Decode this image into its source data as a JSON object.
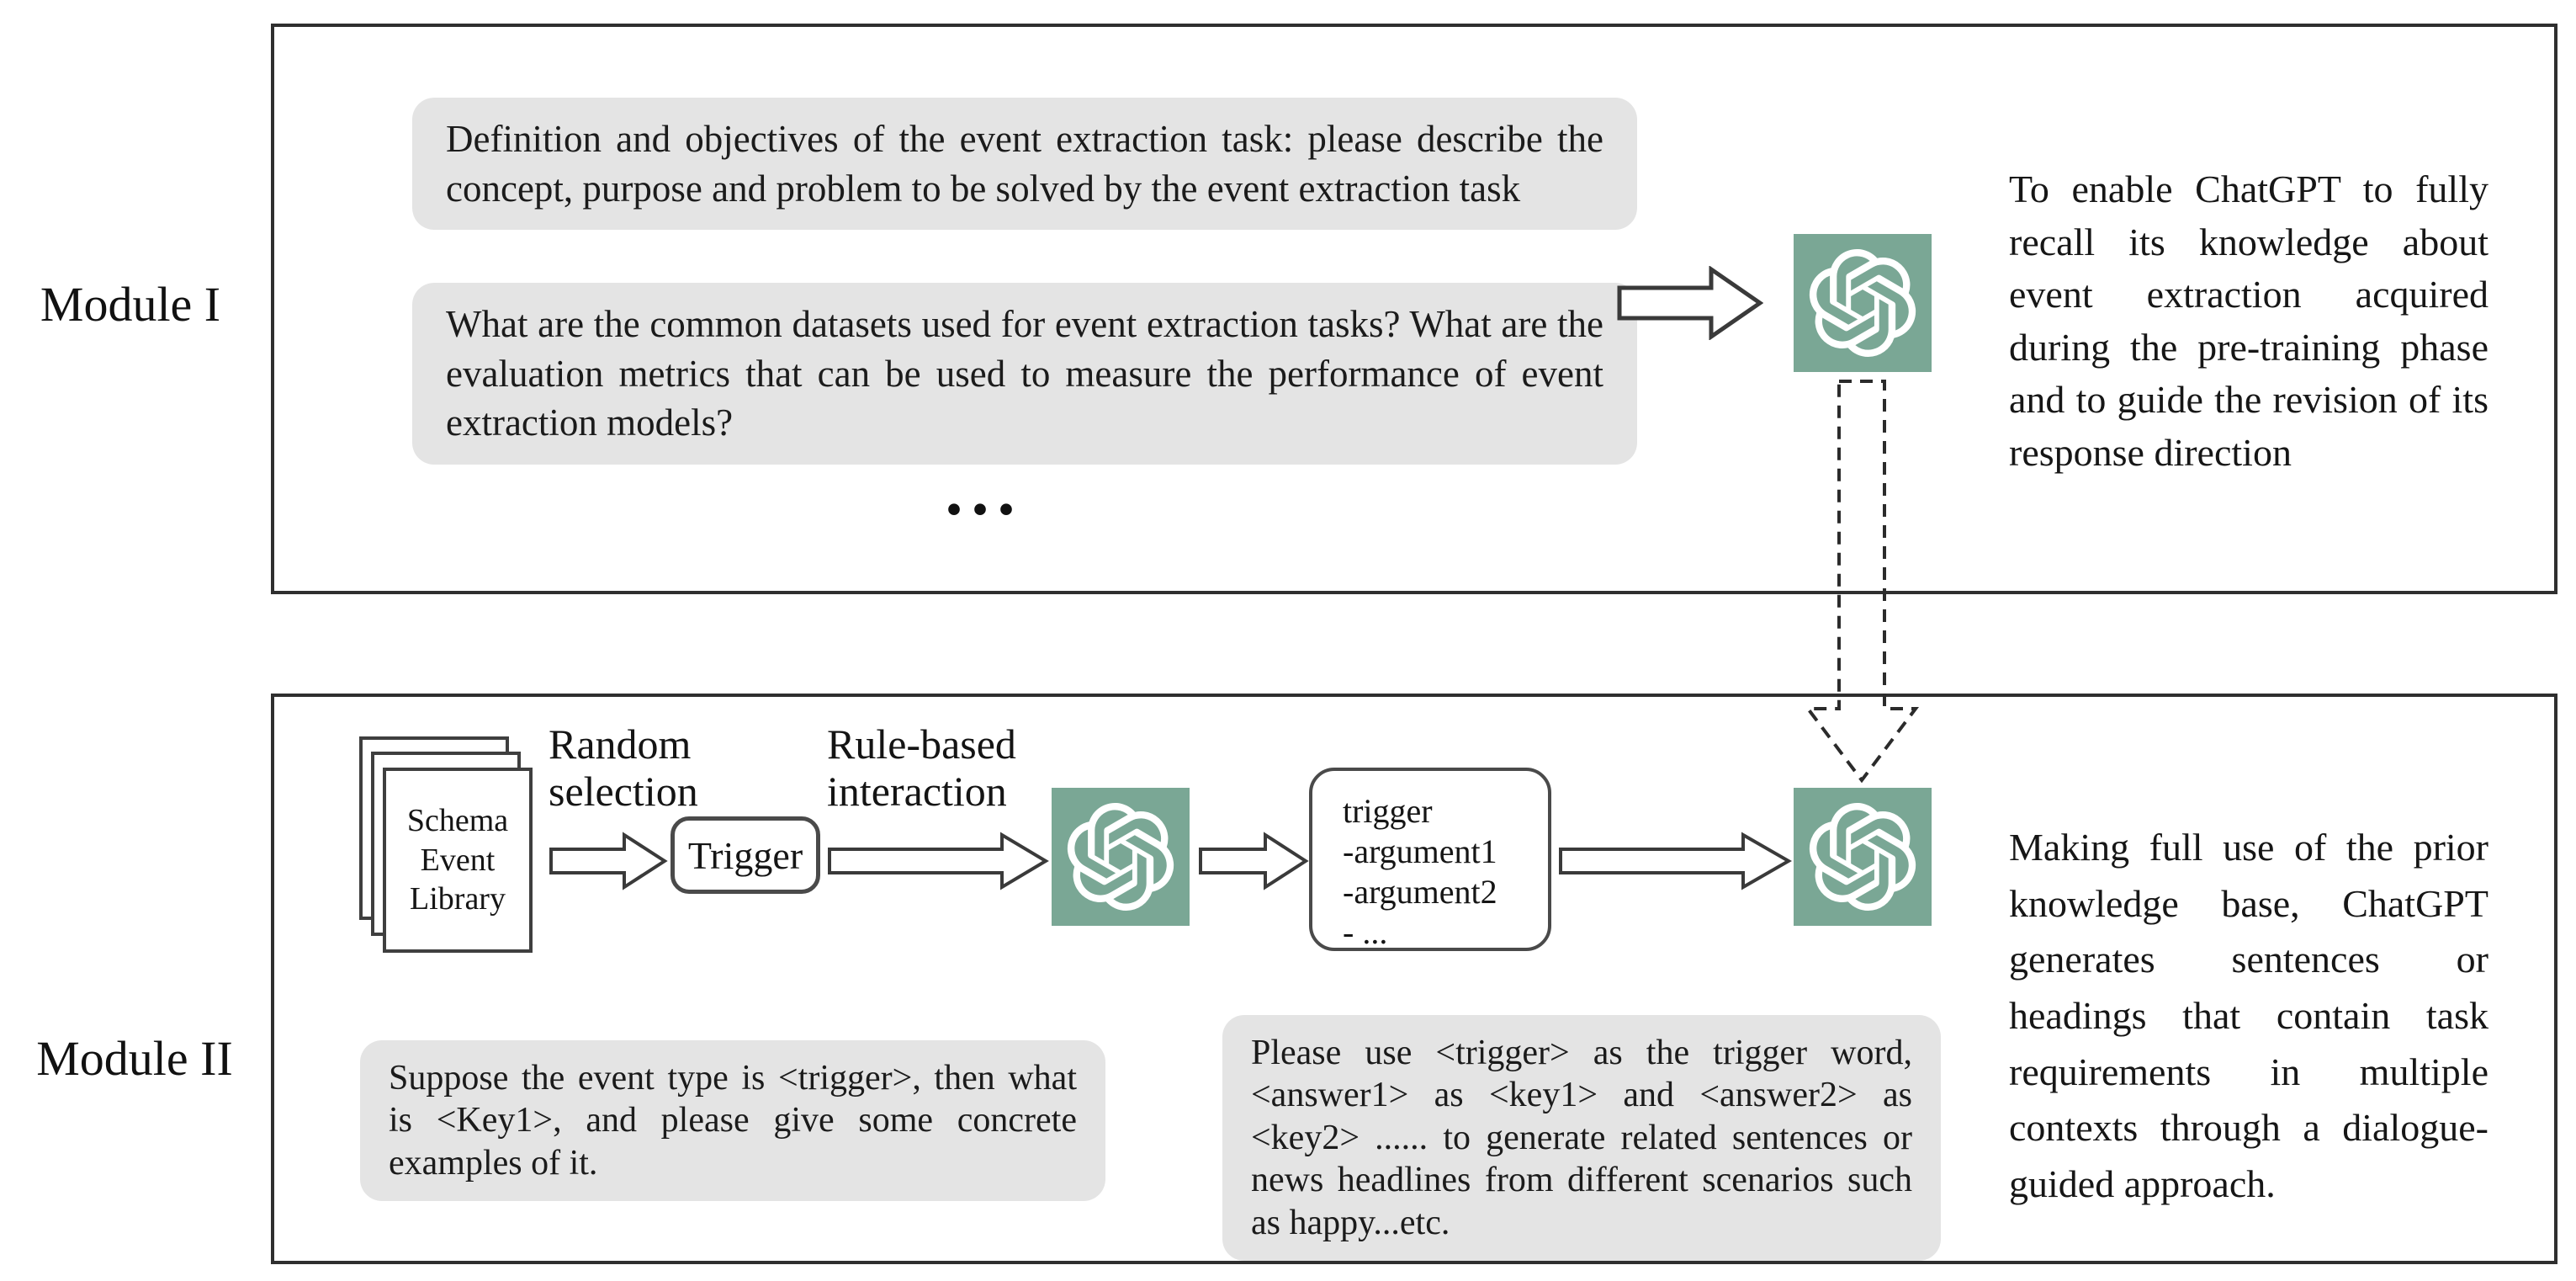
{
  "figure": {
    "colors": {
      "chatgpt_teal": "#7aa795",
      "prompt_gray": "#e4e4e4",
      "line_dark": "#2f2f2f"
    },
    "module1": {
      "label": "Module I",
      "prompts": [
        "Definition and objectives of the event extraction task: please describe the concept, purpose and problem to be solved by the event extraction task",
        "What are the common datasets used for event extraction tasks? What are the evaluation metrics that can be used to measure the performance of event extraction models?"
      ],
      "ellipsis": "...",
      "description": "To enable ChatGPT to fully recall its knowledge about event extraction acquired during the pre-training phase and to guide the revision of its response direction"
    },
    "module2": {
      "label": "Module II",
      "library_lines": [
        "Schema",
        "Event",
        "Library"
      ],
      "random_label": "Random selection",
      "rule_label": "Rule-based interaction",
      "trigger_label": "Trigger",
      "schema_lines": [
        "trigger",
        "-argument1",
        "-argument2",
        "- ..."
      ],
      "prompt_left": "Suppose the event type is <trigger>, then what is <Key1>, and please give some concrete examples of it.",
      "prompt_right": "Please use <trigger> as the trigger word, <answer1> as <key1> and <answer2> as <key2> ...... to generate related sentences or news headlines from different scenarios such as happy...etc.",
      "description": "Making full use of the prior knowledge base, ChatGPT generates sentences or headings that contain task requirements in multiple contexts through a dialogue-guided approach."
    }
  }
}
